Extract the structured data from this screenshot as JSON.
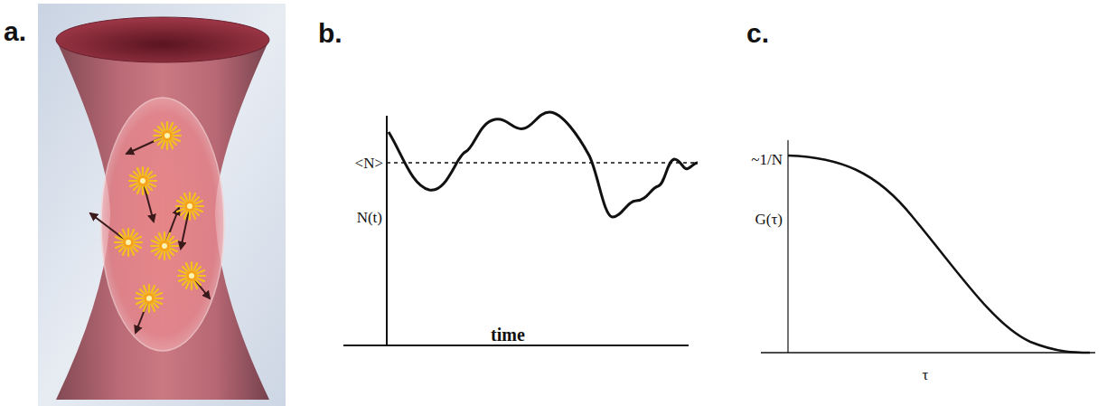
{
  "diagram": {
    "labels": [
      "a.",
      "b.",
      "c.",
      "<N>",
      "N(t)",
      "time",
      "~1/N",
      "G(τ)",
      "τ"
    ]
  }
}
